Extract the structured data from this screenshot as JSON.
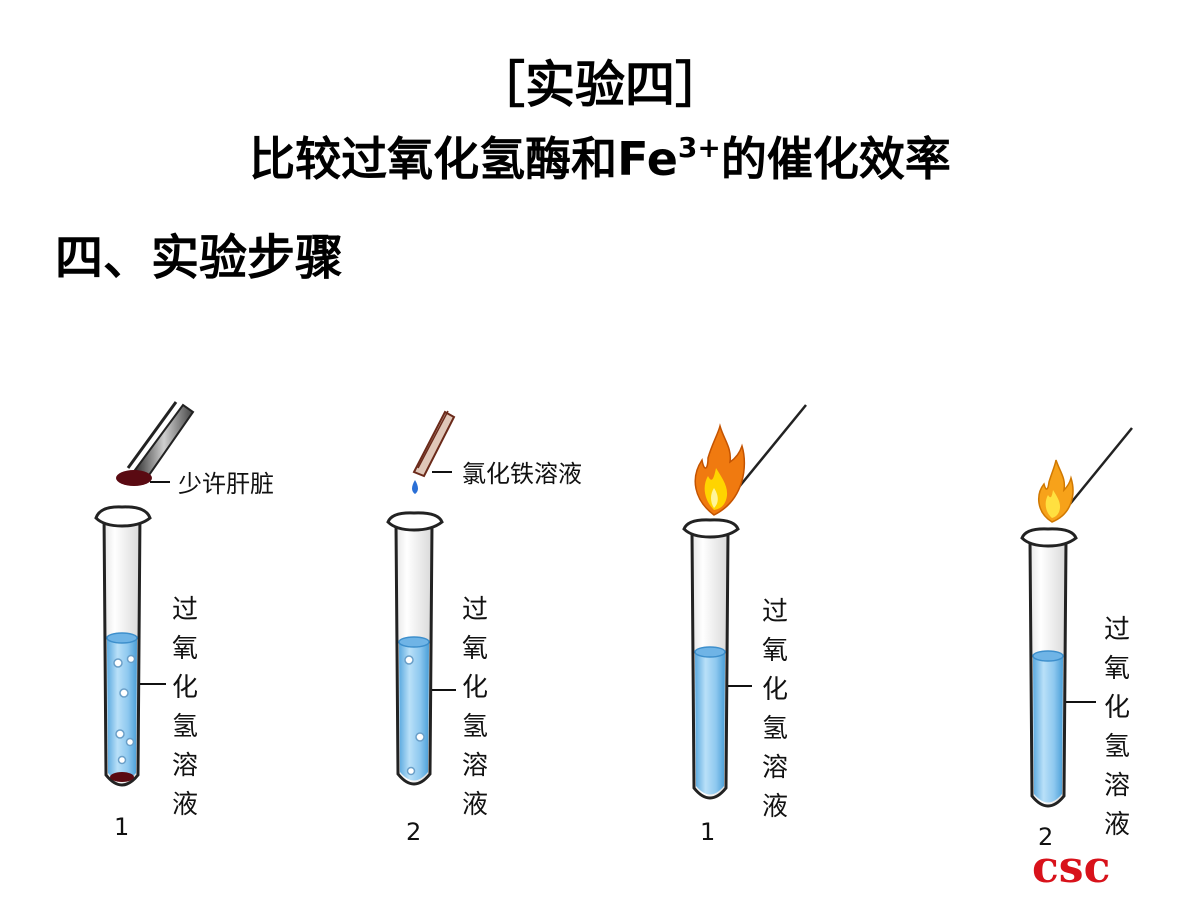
{
  "title": {
    "line1": "［实验四］",
    "line2_main": "比较过氧化氢酶和Fe",
    "line2_sup": "3+",
    "line2_tail": "的催化效率"
  },
  "step_heading": "四、实验步骤",
  "figures": {
    "tube_liquid_label": [
      "过",
      "氧",
      "化",
      "氢",
      "溶",
      "液"
    ],
    "liver_label": "少许肝脏",
    "ferric_label": "氯化铁溶液",
    "tube_numbers": [
      "1",
      "2",
      "1",
      "2"
    ]
  },
  "watermark": "csc",
  "colors": {
    "liquid": "#8ec8ef",
    "liquid_dark": "#4a9fd8",
    "liver": "#5a0a12",
    "flame_outer": "#f07a10",
    "flame_inner": "#ffd400",
    "watermark": "#d8121b"
  }
}
